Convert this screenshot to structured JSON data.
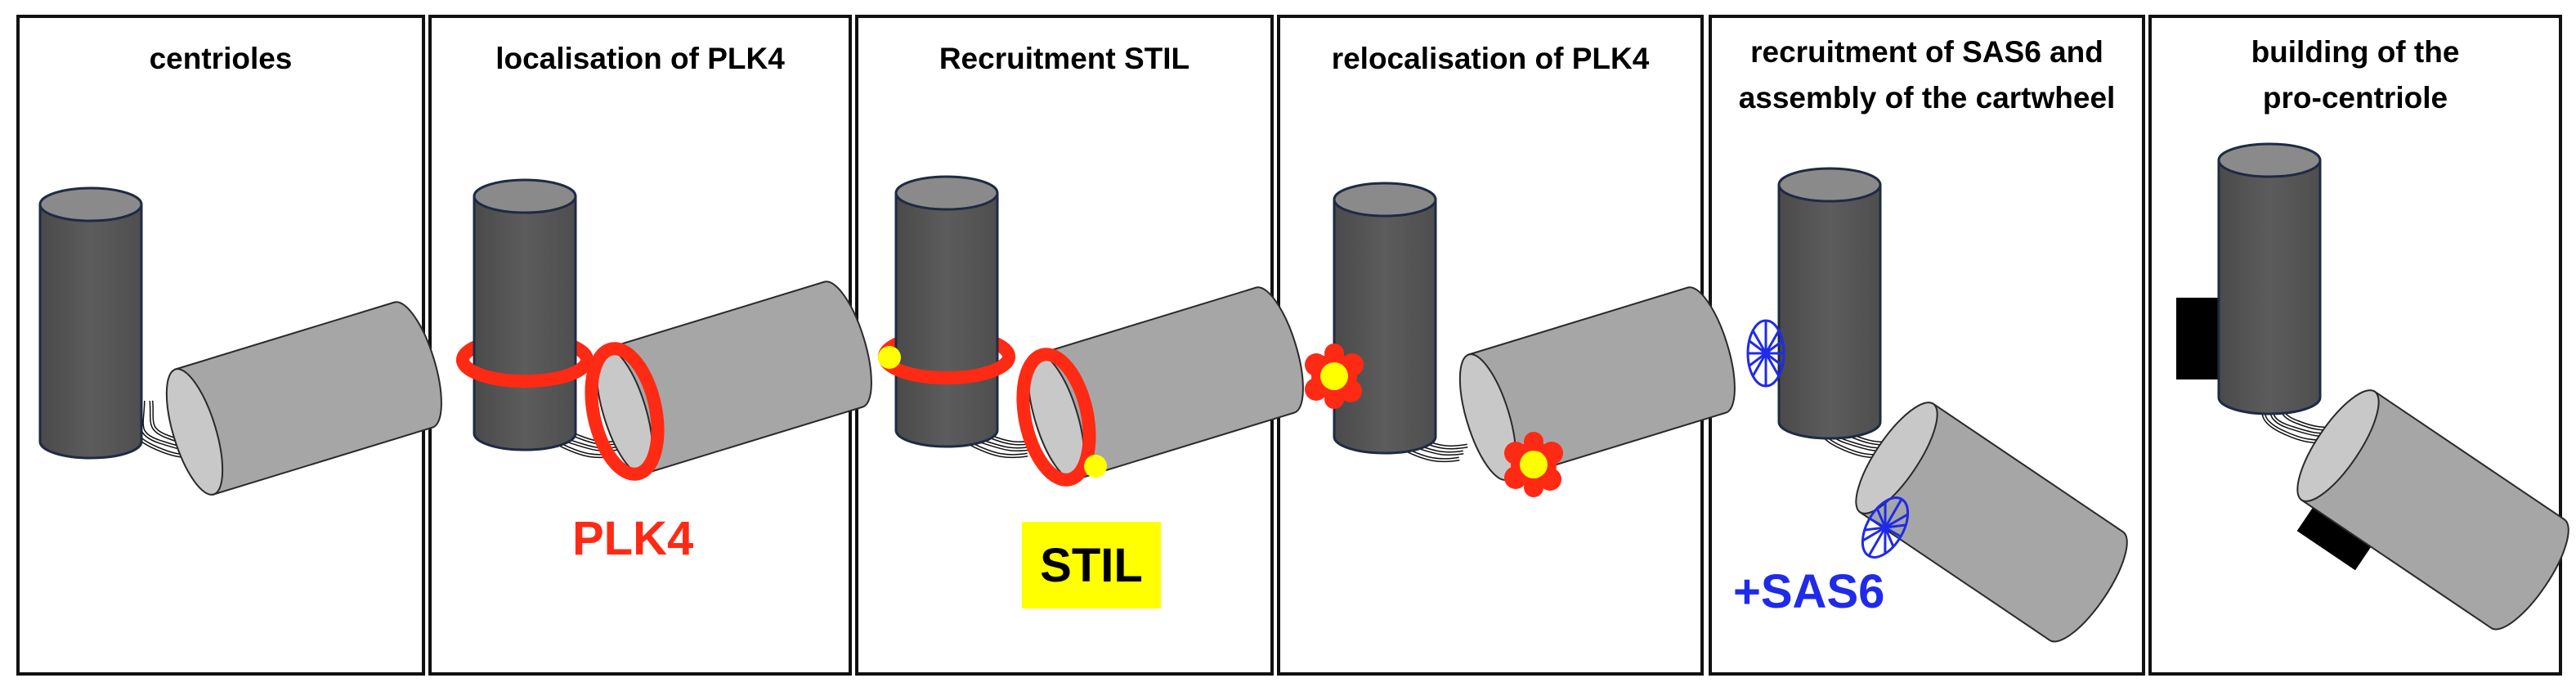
{
  "panels": [
    {
      "title": "centrioles"
    },
    {
      "title": "localisation of PLK4"
    },
    {
      "title": "Recruitment STIL"
    },
    {
      "title": "relocalisation of PLK4"
    },
    {
      "title": "recruitment of SAS6 and\nassembly of the cartwheel"
    },
    {
      "title": "building of the\npro-centriole"
    }
  ],
  "labels": {
    "plk4": "PLK4",
    "stil": "STIL",
    "sas6": "+SAS6"
  },
  "colors": {
    "dark_cylinder": "#595959",
    "light_cylinder": "#a6a6a6",
    "plk4_red": "#ff2a14",
    "stil_yellow": "#ffff00",
    "sas6_blue": "#1f2be8",
    "outline": "#1f2a44"
  }
}
